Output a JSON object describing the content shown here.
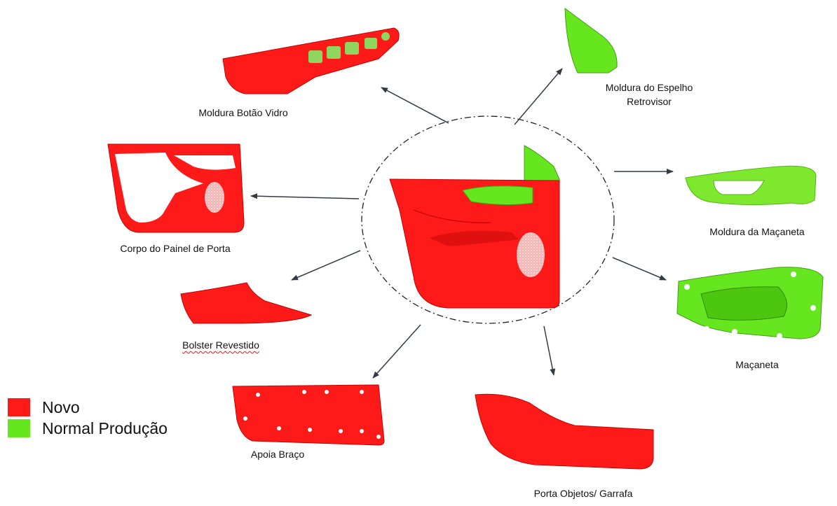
{
  "colors": {
    "new": "#ff1a1a",
    "production": "#66e61f",
    "arrow": "#333a44"
  },
  "legend": [
    {
      "label": "Novo",
      "color": "#ff1a1a"
    },
    {
      "label": "Normal Produção",
      "color": "#66e61f"
    }
  ],
  "labels": {
    "moldura_botao_vidro": "Moldura Botão Vidro",
    "moldura_espelho_1": "Moldura do Espelho",
    "moldura_espelho_2": "Retrovisor",
    "corpo_painel": "Corpo do Painel de Porta",
    "moldura_macaneta": "Moldura da Maçaneta",
    "bolster": "Bolster Revestido",
    "macaneta": "Maçaneta",
    "apoia_braco": "Apoia Braço",
    "porta_objetos": "Porta Objetos/ Garrafa"
  }
}
